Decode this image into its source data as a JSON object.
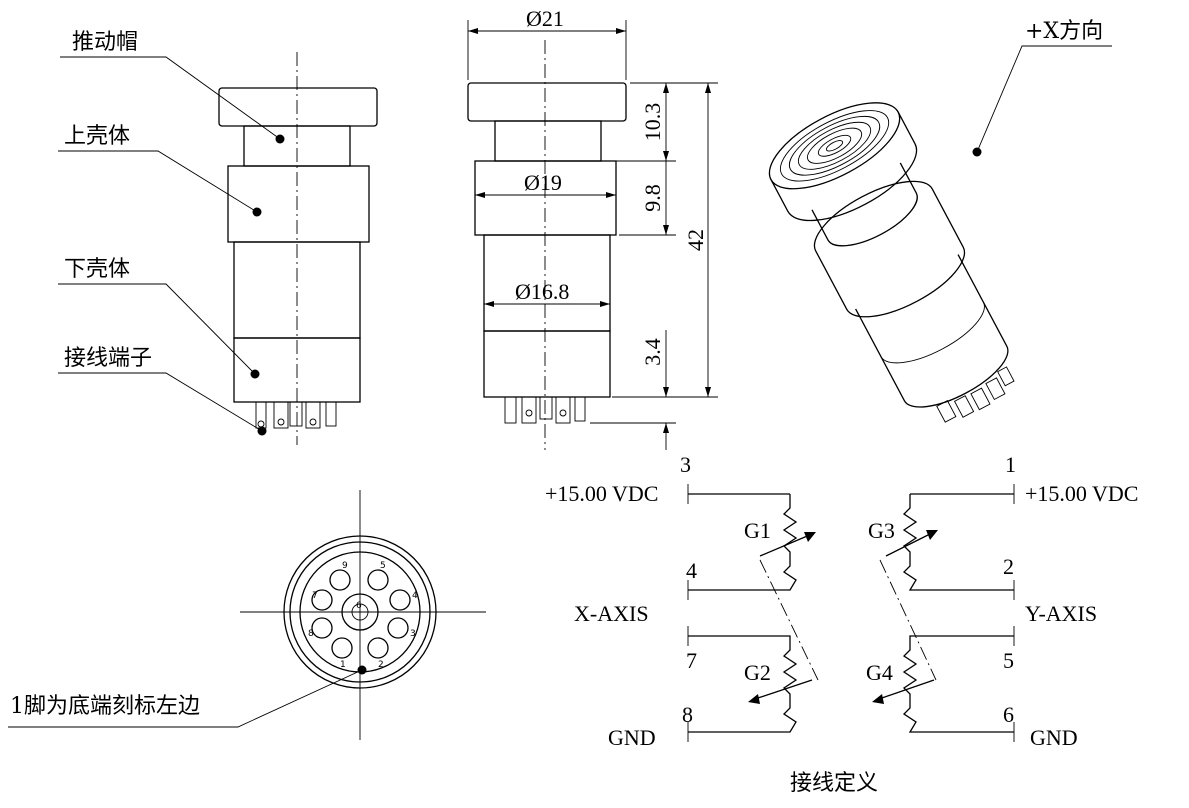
{
  "side_view": {
    "labels": {
      "cap": "推动帽",
      "upper_shell": "上壳体",
      "lower_shell": "下壳体",
      "terminals": "接线端子"
    }
  },
  "front_view": {
    "dims": {
      "cap_diameter": "Ø21",
      "upper_diameter": "Ø19",
      "lower_diameter": "Ø16.8",
      "cap_height": "10.3",
      "upper_height": "9.8",
      "total_height": "42",
      "terminal_height": "3.4"
    }
  },
  "iso_view": {
    "direction_label": "+X方向"
  },
  "bottom_view": {
    "pin1_note": "1脚为底端刻标左边",
    "pin_marks": [
      "1",
      "2",
      "3",
      "4",
      "5",
      "6",
      "7",
      "8",
      "9"
    ]
  },
  "wiring": {
    "title": "接线定义",
    "supply_left": "+15.00 VDC",
    "supply_right": "+15.00 VDC",
    "x_axis": "X-AXIS",
    "y_axis": "Y-AXIS",
    "gnd_left": "GND",
    "gnd_right": "GND",
    "pins": {
      "p1": "1",
      "p2": "2",
      "p3": "3",
      "p4": "4",
      "p5": "5",
      "p6": "6",
      "p7": "7",
      "p8": "8"
    },
    "gauges": {
      "g1": "G1",
      "g2": "G2",
      "g3": "G3",
      "g4": "G4"
    }
  }
}
